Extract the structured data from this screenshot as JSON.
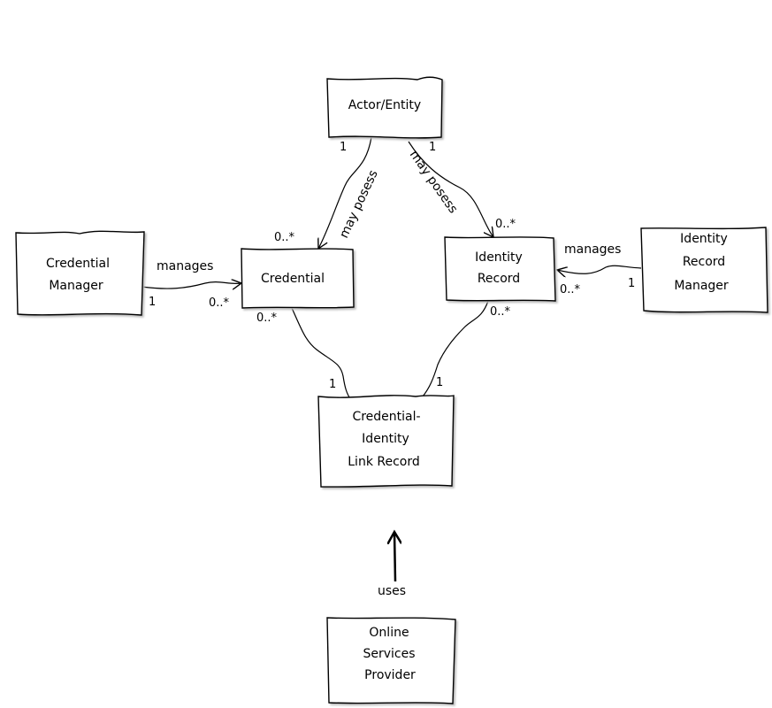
{
  "nodes": {
    "actor": {
      "lines": [
        "Actor/Entity"
      ]
    },
    "credential": {
      "lines": [
        "Credential"
      ]
    },
    "identity_record": {
      "lines": [
        "Identity",
        "Record"
      ]
    },
    "credential_manager": {
      "lines": [
        "Credential",
        "Manager"
      ]
    },
    "identity_record_manager": {
      "lines": [
        "Identity",
        "Record",
        "Manager"
      ]
    },
    "link_record": {
      "lines": [
        "Credential-",
        "Identity",
        "Link Record"
      ]
    },
    "osp": {
      "lines": [
        "Online",
        "Services",
        "Provider"
      ]
    }
  },
  "edges": {
    "actor_credential": {
      "label": "may posess",
      "src_mult": "1",
      "dst_mult": "0..*"
    },
    "actor_identity": {
      "label": "may posess",
      "src_mult": "1",
      "dst_mult": "0..*"
    },
    "cm_credential": {
      "label": "manages",
      "src_mult": "1",
      "dst_mult": "0..*"
    },
    "irm_identity": {
      "label": "manages",
      "src_mult": "1",
      "dst_mult": "0..*"
    },
    "credential_link": {
      "src_mult": "0..*",
      "dst_mult": "1"
    },
    "identity_link": {
      "src_mult": "0..*",
      "dst_mult": "1"
    },
    "osp_uses": {
      "label": "uses"
    }
  }
}
